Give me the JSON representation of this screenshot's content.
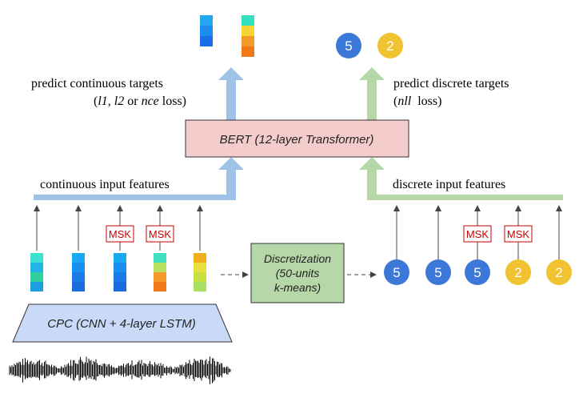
{
  "colors": {
    "blue_arrow": "#9fc3e7",
    "green_arrow": "#b6d7a8",
    "bert_fill": "#f4cccc",
    "discretization_fill": "#b6d7a8",
    "cpc_fill": "#c9daf8",
    "token_blue": "#3c78d8",
    "token_yellow": "#f1c232",
    "msk_red": "#cc0000"
  },
  "labels": {
    "predict_continuous": "predict continuous targets",
    "continuous_loss": [
      "(",
      "l1",
      ", ",
      "l2",
      " or ",
      "nce",
      " loss)"
    ],
    "predict_discrete": "predict discrete targets",
    "discrete_loss": [
      "(",
      "nll",
      "  loss)"
    ],
    "bert": "BERT (12-layer Transformer)",
    "continuous_input": "continuous input features",
    "discrete_input": "discrete input features",
    "discretization": [
      "Discretization",
      "(50-units",
      "k-means)"
    ],
    "cpc": "CPC (CNN + 4-layer LSTM)",
    "msk": "MSK"
  },
  "top_target_tokens": [
    "5",
    "2"
  ],
  "top_target_vectors": [
    [
      "#22a7f0",
      "#1c8ef0",
      "#1a6fe6"
    ],
    [
      "#34e0c0",
      "#f5d436",
      "#f59a2a",
      "#f07a1a"
    ]
  ],
  "continuous_features": [
    [
      "#3ee0d0",
      "#22b5e8",
      "#2fd0a0",
      "#1aa0e0"
    ],
    [
      "#1aa8f2",
      "#1a8ff2",
      "#1a7ae8",
      "#1a6be0"
    ],
    [
      "#1aa8f2",
      "#1a8ff2",
      "#1a7ae8",
      "#1a6be0"
    ],
    [
      "#40e0c0",
      "#b8e060",
      "#f59a2a",
      "#f07a1a"
    ],
    [
      "#f0b020",
      "#e8e040",
      "#c8e040",
      "#a8e060"
    ]
  ],
  "continuous_masked": [
    false,
    false,
    true,
    true,
    false
  ],
  "discrete_tokens": [
    "5",
    "5",
    "5",
    "2",
    "2"
  ],
  "discrete_masked": [
    false,
    false,
    true,
    true,
    false
  ]
}
